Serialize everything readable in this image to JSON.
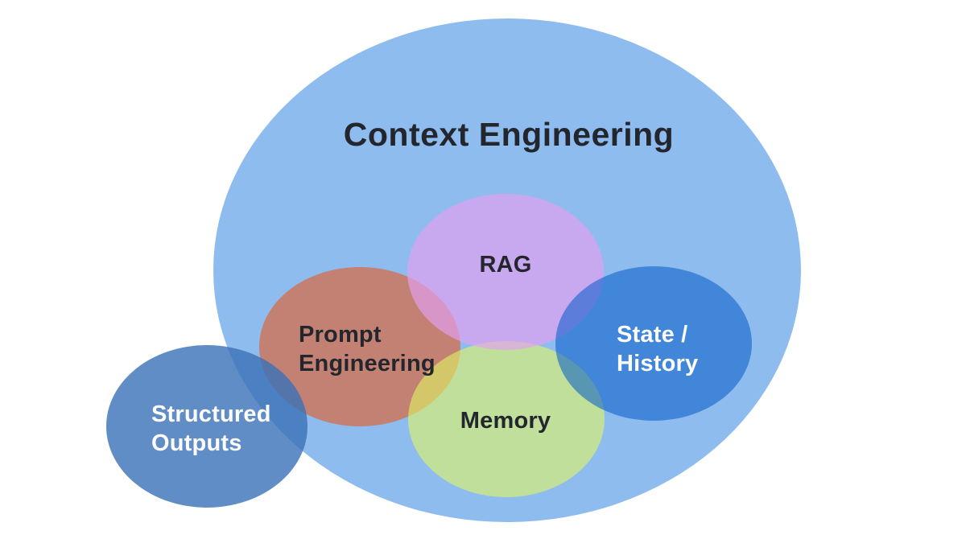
{
  "title": "Context Engineering",
  "colors": {
    "page_background": "#FFFFFF",
    "dark_text": "#23262D",
    "light_text": "#FDFDFD"
  },
  "container": {
    "label": "Context Engineering",
    "fill": "#8FBCEF",
    "text_color": "#23262D"
  },
  "sets": {
    "rag": {
      "label": "RAG",
      "fill": "rgba(227,160,240,0.68)",
      "composited_hex": "#C8A9F0",
      "text_color": "#23262D"
    },
    "prompt_engineering": {
      "label": "Prompt Engineering",
      "lines": [
        "Prompt",
        "Engineering"
      ],
      "fill": "rgba(221,97,48,0.65)",
      "composited_hex": "#C28173",
      "text_color": "#23262D"
    },
    "memory": {
      "label": "Memory",
      "fill": "rgba(223,246,99,0.60)",
      "composited_hex": "#BFDF9B",
      "text_color": "#23262D"
    },
    "state_history": {
      "label": "State / History",
      "lines": [
        "State /",
        "History"
      ],
      "fill": "rgba(3,90,199,0.55)",
      "composited_hex": "#4286D9",
      "text_color": "#FDFDFD"
    },
    "structured_outputs": {
      "label": "Structured Outputs",
      "lines": [
        "Structured",
        "Outputs"
      ],
      "fill": "rgba(58,113,184,0.80)",
      "composited_hex": "#618DC6",
      "text_color": "#FDFDFD"
    }
  }
}
